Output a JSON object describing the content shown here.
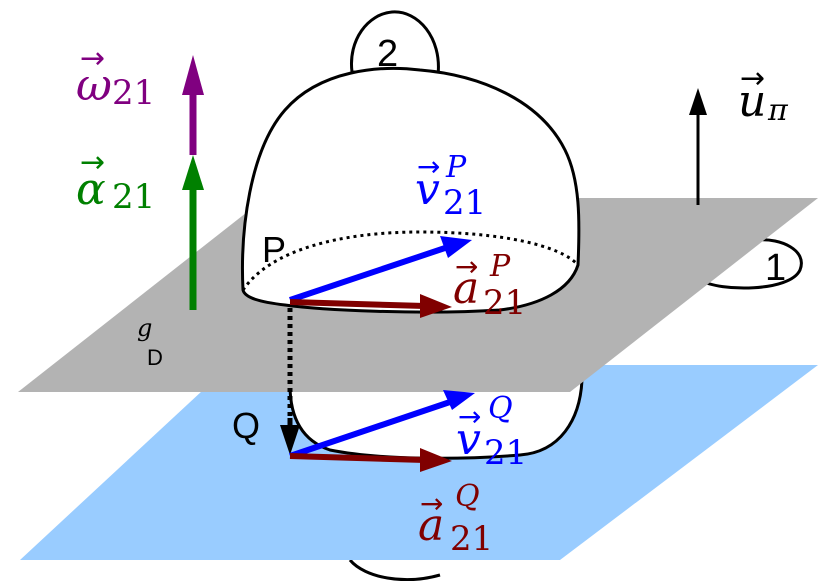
{
  "colors": {
    "plane_pi": "#b3b3b3",
    "plane_lower": "#99ccff",
    "omega": "#800080",
    "alpha": "#008000",
    "velocity": "#0000ff",
    "acceleration": "#800000",
    "outline": "#000000"
  },
  "labels": {
    "body_2": "2",
    "body_1": "1",
    "point_p": "P",
    "point_q": "Q",
    "g_sup": "g",
    "g_sub": "D"
  },
  "vectors": {
    "omega": {
      "symbol": "ω",
      "sub": "21",
      "sup": ""
    },
    "alpha": {
      "symbol": "α",
      "sub": "21",
      "sup": ""
    },
    "u_pi": {
      "symbol": "u",
      "sub": "π",
      "sup": ""
    },
    "v_p": {
      "symbol": "v",
      "sub": "21",
      "sup": "P"
    },
    "a_p": {
      "symbol": "a",
      "sub": "21",
      "sup": "P"
    },
    "v_q": {
      "symbol": "v",
      "sub": "21",
      "sup": "Q"
    },
    "a_q": {
      "symbol": "a",
      "sub": "21",
      "sup": "Q"
    }
  }
}
